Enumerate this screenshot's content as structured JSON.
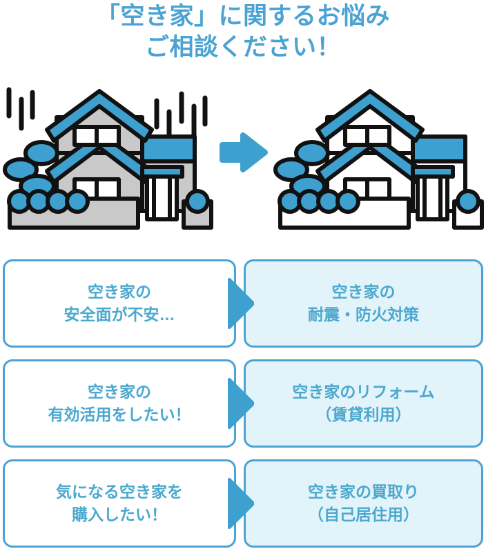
{
  "title": {
    "line1": "「空き家」に関するお悩み",
    "line2": "ご相談ください！"
  },
  "illustration": {
    "before_house_label": "old-vacant-house",
    "after_house_label": "renovated-house",
    "arrow_label": "transformation-arrow",
    "colors": {
      "accent_blue": "#3DA0CE",
      "wall_gray": "#D3D3D3",
      "outline_black": "#111111",
      "white": "#FFFFFF"
    }
  },
  "flow": {
    "rows": [
      {
        "problem": {
          "line1": "空き家の",
          "line2": "安全面が不安…"
        },
        "solution": {
          "line1": "空き家の",
          "line2": "耐震・防火対策"
        }
      },
      {
        "problem": {
          "line1": "空き家の",
          "line2": "有効活用をしたい！"
        },
        "solution": {
          "line1": "空き家のリフォーム",
          "line2": "（賃貸利用）"
        }
      },
      {
        "problem": {
          "line1": "気になる空き家を",
          "line2": "購入したい！"
        },
        "solution": {
          "line1": "空き家の買取り",
          "line2": "（自己居住用）"
        }
      }
    ]
  },
  "theme": {
    "title_blue": "#4BA3D3",
    "text_blue": "#4BA8CE",
    "border_blue": "#4BA3D3",
    "solution_fill": "#E3F3FA",
    "problem_fill": "#FFFFFF",
    "chevron_blue": "#3DA0CE"
  }
}
